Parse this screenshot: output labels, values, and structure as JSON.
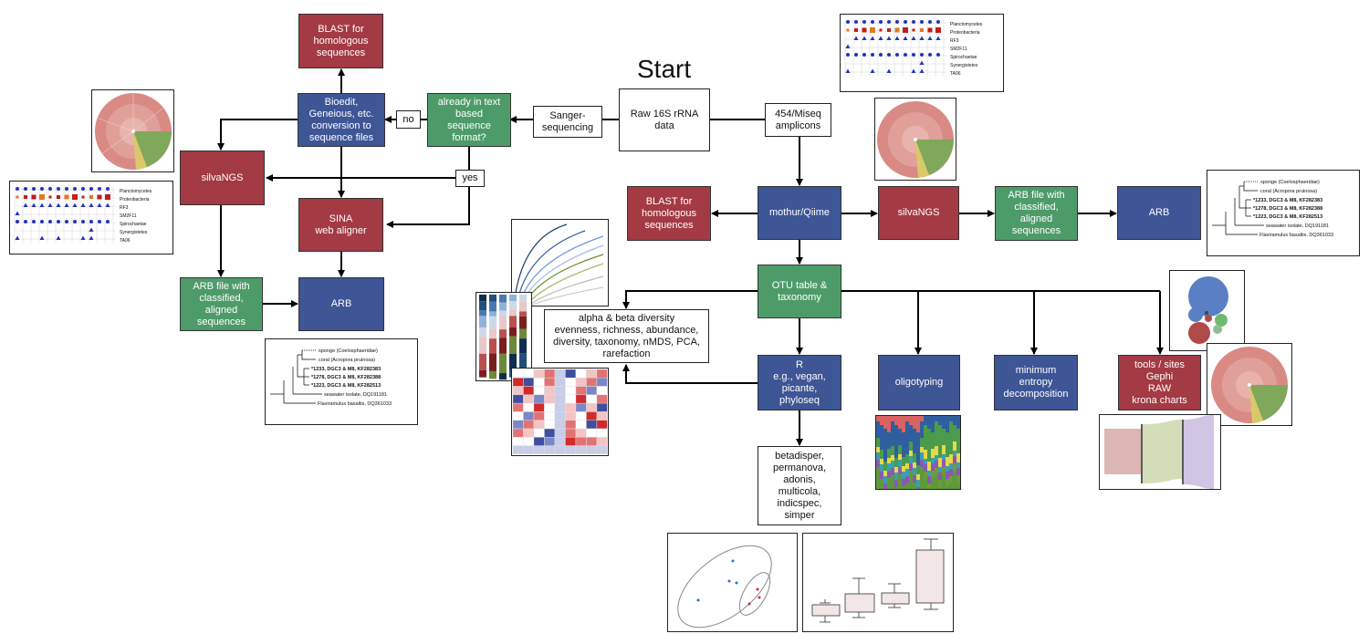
{
  "title": "Start",
  "nodes": {
    "blast_left": "BLAST for\nhomologous\nsequences",
    "bioedit": "Bioedit,\nGeneious, etc.\nconversion to\nsequence files",
    "already_text": "already in text\nbased\nsequence\nformat?",
    "sanger": "Sanger-\nsequencing",
    "raw": "Raw 16S rRNA\ndata",
    "amplicons": "454/Miseq\namplicons",
    "silvangs_left": "silvaNGS",
    "sina": "SINA\nweb aligner",
    "arb_file_left": "ARB file with\nclassified,\naligned\nsequences",
    "arb_left": "ARB",
    "blast_right": "BLAST for\nhomologous\nsequences",
    "mothur": "mothur/Qiime",
    "silvangs_right": "silvaNGS",
    "arb_file_right": "ARB file with\nclassified,\naligned\nsequences",
    "arb_right": "ARB",
    "otu": "OTU table &\ntaxonomy",
    "alpha_beta": "alpha & beta diversity\nevenness, richness, abundance,\ndiversity, taxonomy, nMDS, PCA,\nrarefaction",
    "r_node": "R\ne.g., vegan,\npicante,\nphyloseq",
    "oligotyping": "oligotyping",
    "med": "minimum\nentropy\ndecomposition",
    "tools": "tools / sites\nGephi\nRAW\nkrona charts",
    "stats": "betadisper,\npermanova,\nadonis,\nmulticola,\nindicspec,\nsimper"
  },
  "decisions": {
    "no": "no",
    "yes": "yes"
  },
  "taxa_legend": [
    "Planctomycetes",
    "Proteobacteria",
    "RF3",
    "SM2F11",
    "Spirochaetae",
    "Synergistetes",
    "TA06"
  ],
  "tree_labels": [
    "sponge (Coelosphaeridae)",
    "coral (Acropora pruinosa)",
    "*1233, DGC3 & M8, KF282383",
    "*1278, DGC3 & M8, KF282388",
    "*1223, DGC3 & M8, KF282513",
    "seawater isolate, DQ191181",
    "Flaviramulus basaltis, DQ361033"
  ],
  "colors": {
    "red": "#a33a44",
    "blue": "#3e5596",
    "green": "#4e9b6a"
  }
}
